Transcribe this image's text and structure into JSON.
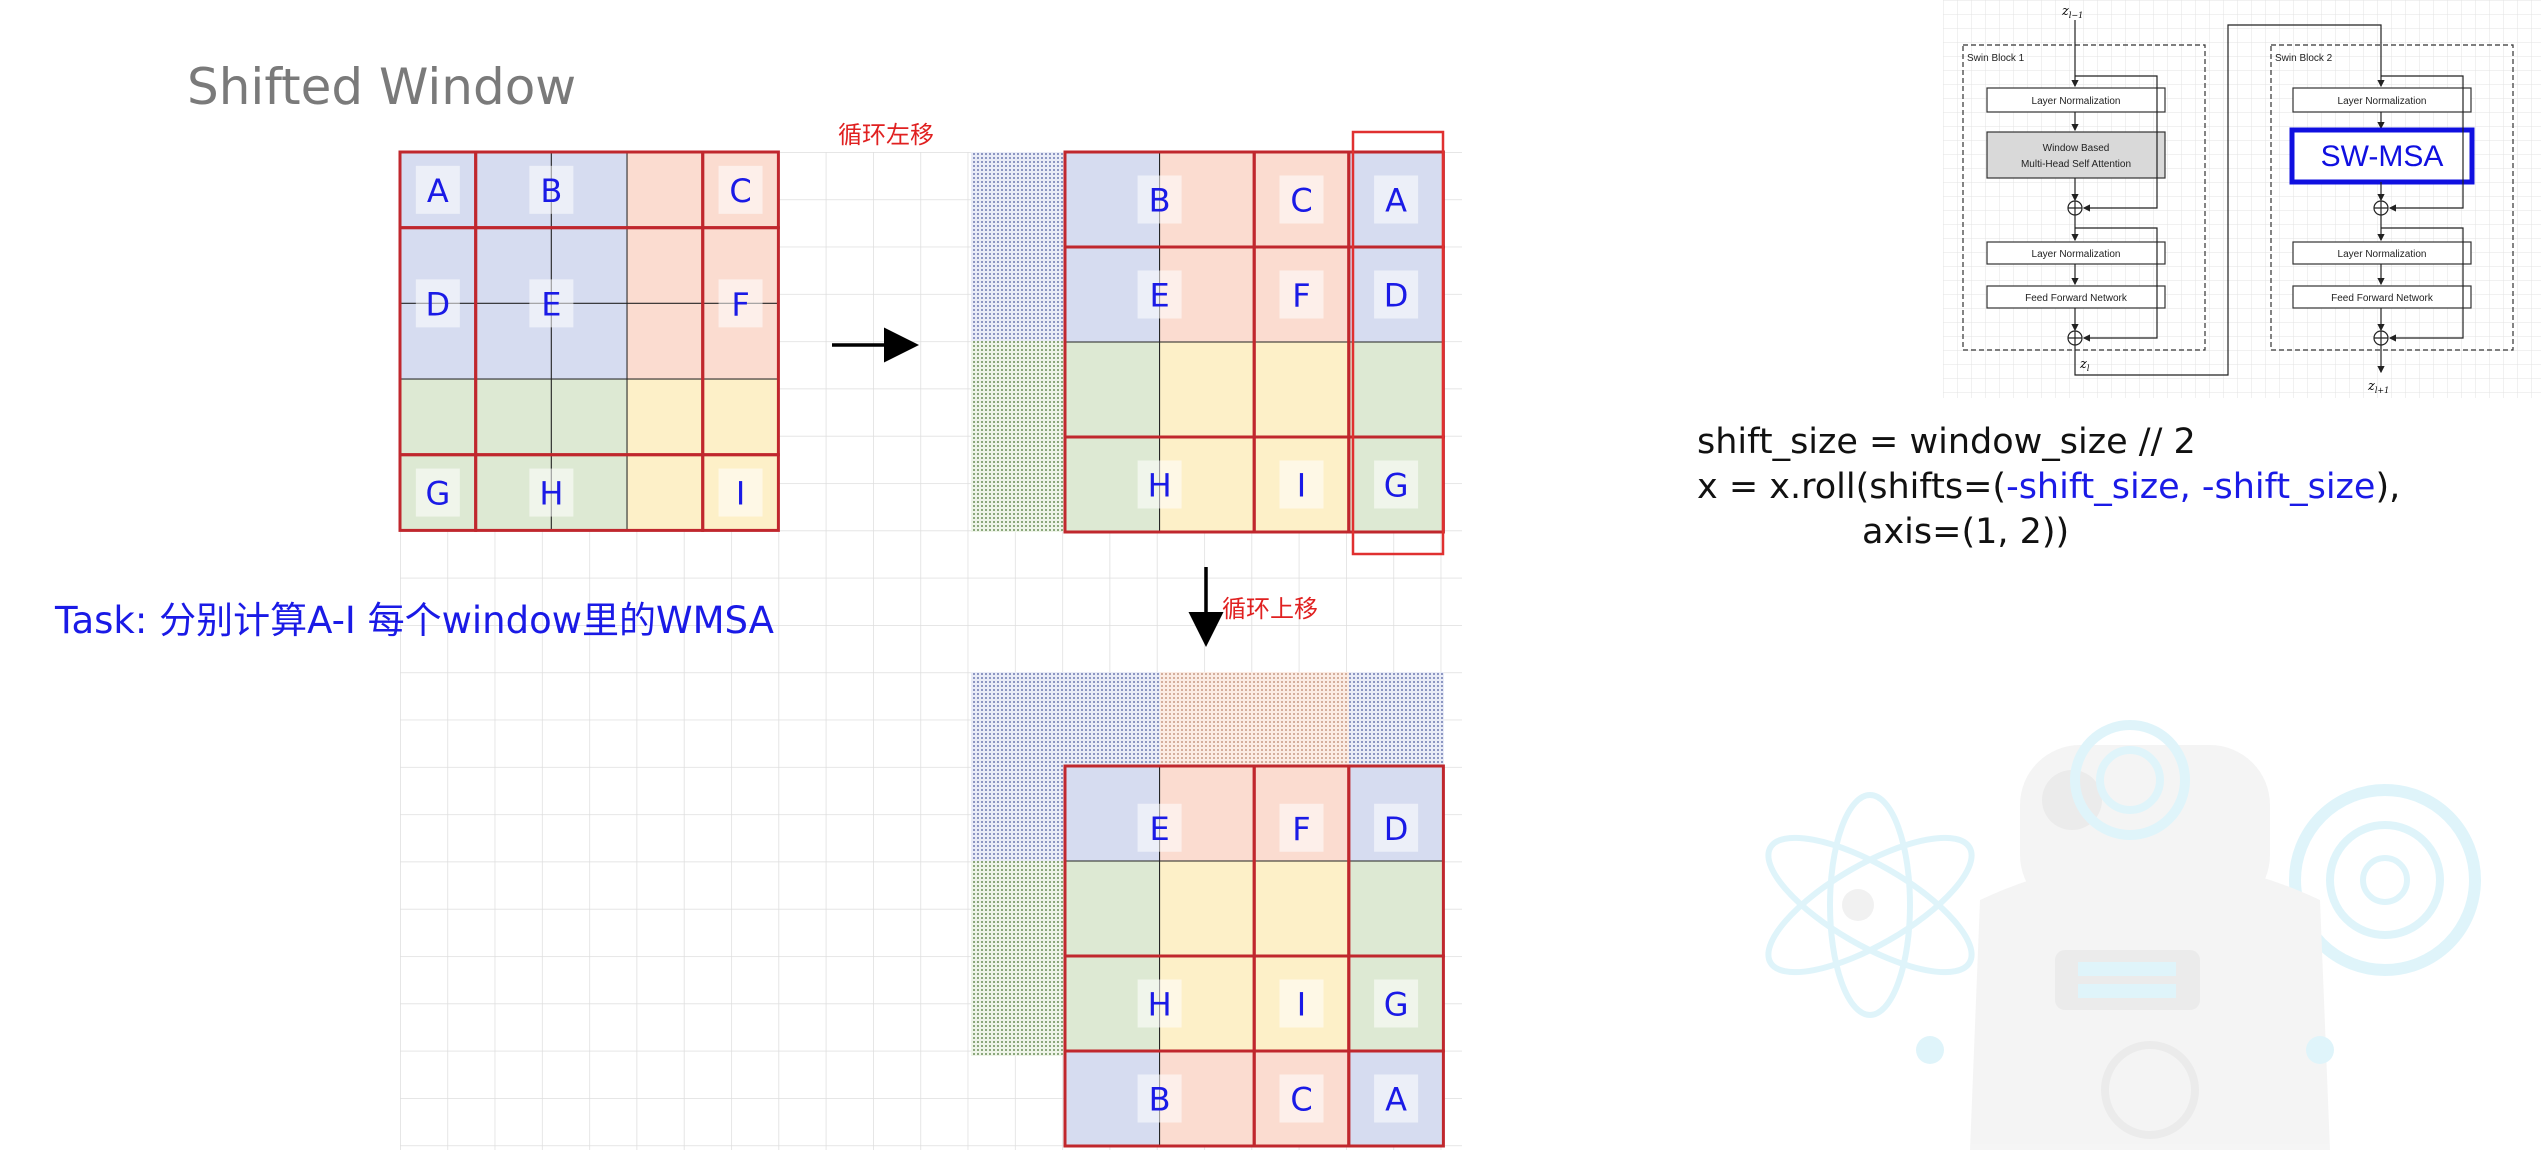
{
  "slide": {
    "title": "Shifted Window",
    "task": "Task: 分别计算A-I 每个window里的WMSA"
  },
  "annotations": {
    "shift_left": "循环左移",
    "shift_up": "循环上移"
  },
  "grids": {
    "original": [
      [
        "A",
        "B",
        "C"
      ],
      [
        "D",
        "E",
        "F"
      ],
      [
        "G",
        "H",
        "I"
      ]
    ],
    "after_left": [
      [
        "B",
        "C",
        "A"
      ],
      [
        "E",
        "F",
        "D"
      ],
      [
        "H",
        "I",
        "G"
      ]
    ],
    "after_up": [
      [
        "E",
        "F",
        "D"
      ],
      [
        "H",
        "I",
        "G"
      ],
      [
        "B",
        "C",
        "A"
      ]
    ]
  },
  "code": {
    "line1": "shift_size = window_size // 2",
    "line2_prefix": "x = x.roll(shifts=(",
    "line2_args": "-shift_size, -shift_size",
    "line2_suffix": "),",
    "line3": "axis=(1, 2))"
  },
  "architecture": {
    "input_label": "z",
    "input_sub": "l−1",
    "mid_label": "z",
    "mid_sub": "l",
    "output_label": "z",
    "output_sub": "l+1",
    "block1_title": "Swin Block 1",
    "block2_title": "Swin Block 2",
    "ln": "Layer Normalization",
    "wmsa_line1": "Window Based",
    "wmsa_line2": "Multi-Head Self Attention",
    "swmsa": "SW-MSA",
    "ffn": "Feed Forward Network"
  },
  "colors": {
    "window_border": "#c0272d",
    "blue_cell": "#d6dcf0",
    "pink_cell": "#fbdcd0",
    "green_cell": "#dde9d3",
    "yellow_cell": "#fdf0c8",
    "label_blue": "#1a1ae6",
    "annotation_red": "#e02020",
    "swmsa_blue": "#1010e0"
  }
}
